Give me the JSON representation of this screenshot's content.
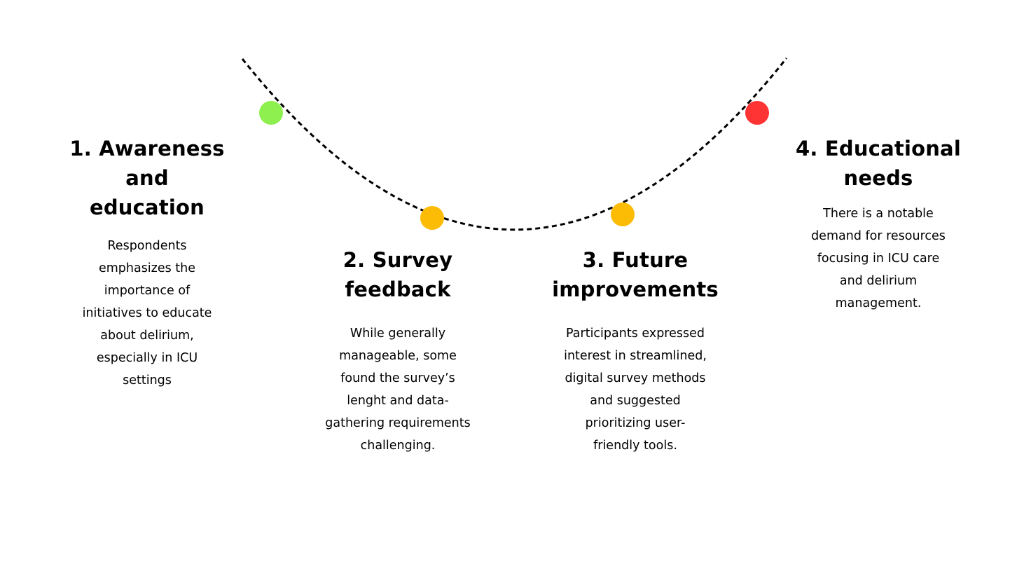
{
  "colors": {
    "step1": "#8ef04e",
    "step2": "#fcbc05",
    "step3": "#fcbc05",
    "step4": "#fe3333",
    "curve": "#000000"
  },
  "steps": [
    {
      "title_line1": "1. Awareness and",
      "title_line2": "education",
      "body": "Respondents emphasizes the importance of initiatives to educate about delirium, especially in ICU settings"
    },
    {
      "title_line1": "2. Survey",
      "title_line2": "feedback",
      "body": "While generally manageable, some found the survey’s lenght and data-gathering requirements challenging."
    },
    {
      "title_line1": "3. Future",
      "title_line2": "improvements",
      "body": "Participants expressed interest in streamlined, digital survey methods and suggested prioritizing user-friendly tools."
    },
    {
      "title_line1": "4. Educational",
      "title_line2": "needs",
      "body": "There is a notable demand for resources focusing in ICU care and delirium management."
    }
  ]
}
